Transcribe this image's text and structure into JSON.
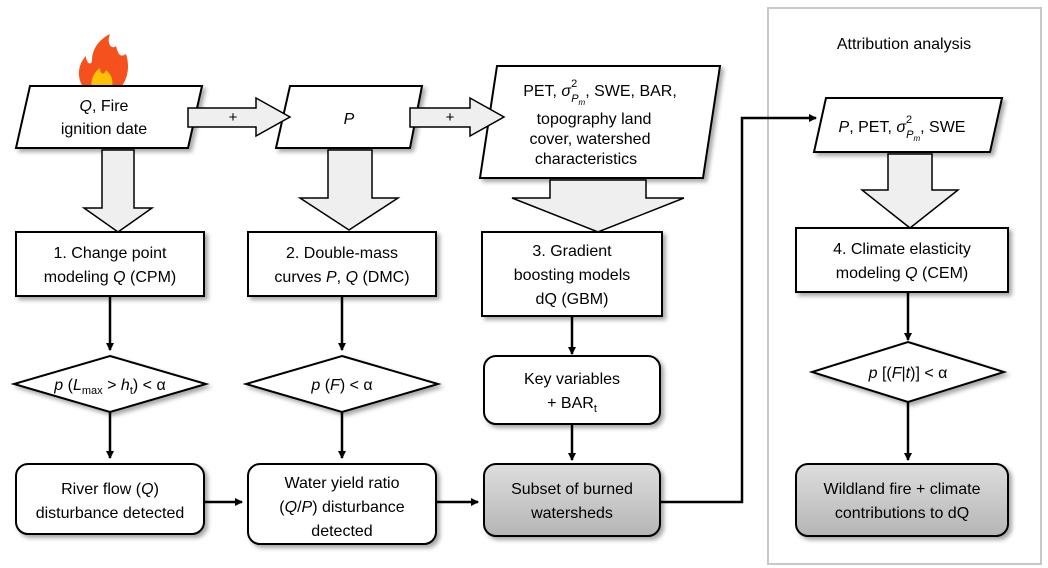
{
  "attribution_panel": {
    "title": "Attribution analysis"
  },
  "inputs": {
    "fire": {
      "q": "Q",
      "line1_rest": ", Fire",
      "line2": "ignition date"
    },
    "p": {
      "text": "P"
    },
    "covariates": {
      "line1_a": "PET, ",
      "sigma": "σ",
      "sup": "2",
      "sub_p": "P",
      "sub_m": "m",
      "line1_b": ", SWE, BAR,",
      "line2": "topography land",
      "line3": "cover, watershed",
      "line4": "characteristics"
    },
    "attribution": {
      "p": "P",
      "mid": ", PET, ",
      "sigma": "σ",
      "sup": "2",
      "sub_p": "P",
      "sub_m": "m",
      "tail": ", SWE"
    }
  },
  "connectors": {
    "plus_1": "+",
    "plus_2": "+"
  },
  "methods": {
    "cpm": {
      "line1": "1. Change point",
      "line2_a": "modeling ",
      "q": "Q",
      "line2_b": " (CPM)"
    },
    "dmc": {
      "line1": "2. Double-mass",
      "line2_a": "curves ",
      "p": "P",
      "sep": ", ",
      "q": "Q",
      "line2_b": " (DMC)"
    },
    "gbm": {
      "line1": "3. Gradient",
      "line2": "boosting models",
      "line3": "dQ (GBM)"
    },
    "cem": {
      "line1": "4. Climate elasticity",
      "line2_a": "modeling  ",
      "q": "Q",
      "line2_b": " (CEM)"
    }
  },
  "tests": {
    "cpm": {
      "p": "p",
      "a": " (",
      "l": "L",
      "sub_max": "max",
      "gt": " > ",
      "h": "h",
      "sub_t": "t",
      "b": ") < α"
    },
    "dmc": {
      "p": "p",
      "a": " (",
      "f": "F",
      "b": ") < α"
    },
    "key": {
      "line1": "Key variables",
      "line2": "+ BAR",
      "sub_t": "t"
    },
    "cem": {
      "p": "p",
      "a": " [(",
      "f": "F",
      "bar": "|",
      "t": "t",
      "b": ")] < α"
    }
  },
  "results": {
    "river": {
      "line1_a": "River flow (",
      "q": "Q",
      "line1_b": ")",
      "line2": "disturbance detected"
    },
    "wyr": {
      "line1": "Water yield ratio",
      "line2_a": "(",
      "q": "Q",
      "slash": "/",
      "p": "P",
      "line2_b": ") disturbance",
      "line3": "detected"
    },
    "subset": {
      "line1": "Subset of burned",
      "line2": "watersheds"
    },
    "contrib": {
      "line1": "Wildland fire + climate",
      "line2": "contributions to dQ"
    }
  },
  "colors": {
    "line": "#000000",
    "panel_border": "#c8c8c8",
    "block_arrow_fill": "#efefef",
    "shaded_box_top": "#d6d6d6",
    "shaded_box_bottom": "#b9b9b9",
    "flame_outer": "#f4511e",
    "flame_inner": "#ffc107"
  },
  "icons": [
    "fire-icon"
  ]
}
